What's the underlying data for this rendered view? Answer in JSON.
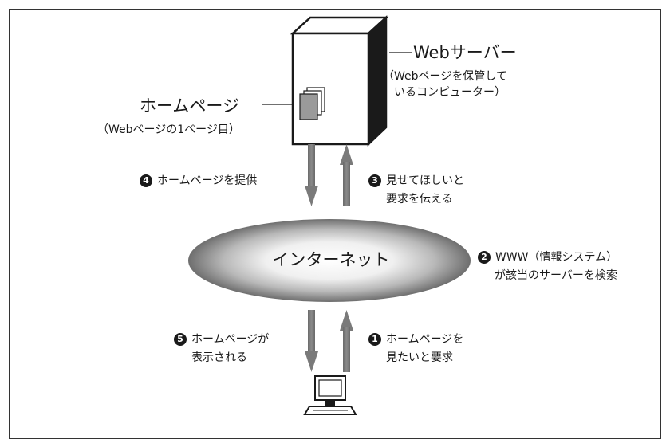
{
  "server": {
    "title": "Webサーバー",
    "desc_line1": "（Webページを保管して",
    "desc_line2": "いるコンピューター）"
  },
  "homepage": {
    "title": "ホームページ",
    "desc": "（Webページの1ページ目）"
  },
  "steps": {
    "s1": {
      "num": "1",
      "line1": "ホームページを",
      "line2": "見たいと要求"
    },
    "s2": {
      "num": "2",
      "line1": "WWW（情報システム）",
      "line2": "が該当のサーバーを検索"
    },
    "s3": {
      "num": "3",
      "line1": "見せてほしいと",
      "line2": "要求を伝える"
    },
    "s4": {
      "num": "4",
      "line1": "ホームページを提供"
    },
    "s5": {
      "num": "5",
      "line1": "ホームページが",
      "line2": "表示される"
    }
  },
  "internet": {
    "label": "インターネット"
  }
}
